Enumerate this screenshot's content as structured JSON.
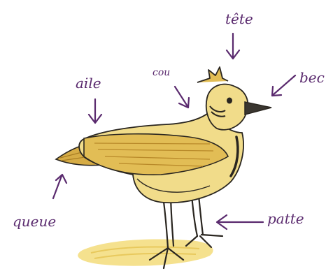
{
  "labels": {
    "tete": "tête",
    "bec": "bec",
    "cou": "cou",
    "aile": "aile",
    "queue": "queue",
    "patte": "patte"
  },
  "colors": {
    "ink": "#5a2a6e",
    "outline": "#2a2620",
    "body": "#f1dc8a",
    "shade": "#d6ac45",
    "ground": "#f3dc7a"
  }
}
